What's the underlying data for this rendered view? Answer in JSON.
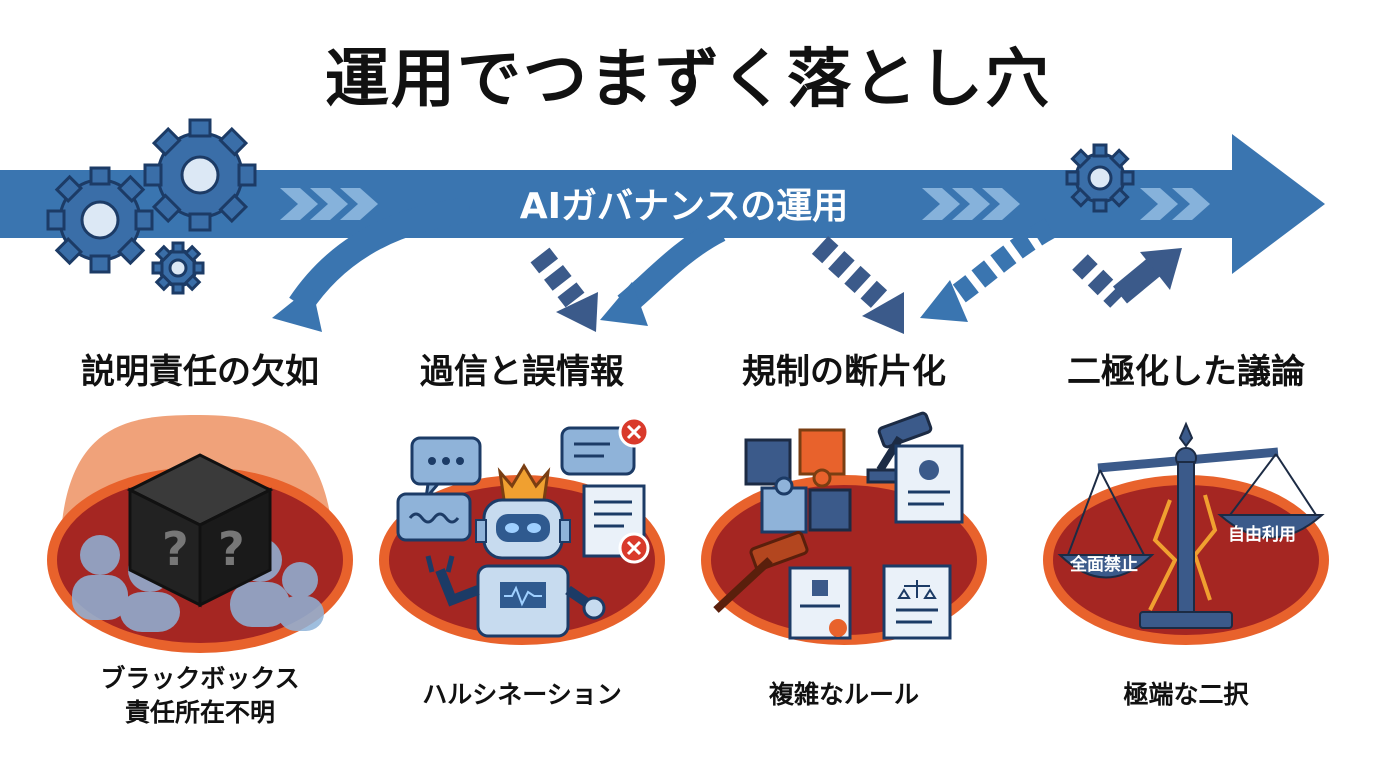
{
  "title": "運用でつまずく落とし穴",
  "band": {
    "label": "AIガバナンスの運用"
  },
  "pitfalls": [
    {
      "title": "説明責任の欠如",
      "caption_lines": [
        "ブラックボックス",
        "責任所在不明"
      ],
      "icon": "black-box-icon"
    },
    {
      "title": "過信と誤情報",
      "caption_lines": [
        "ハルシネーション"
      ],
      "icon": "robot-icon"
    },
    {
      "title": "規制の断片化",
      "caption_lines": [
        "複雑なルール"
      ],
      "icon": "puzzle-gavel-icon"
    },
    {
      "title": "二極化した議論",
      "caption_lines": [
        "極端な二択"
      ],
      "icon": "balance-scale-icon",
      "scale_labels": {
        "left": "全面禁止",
        "right": "自由利用"
      }
    }
  ],
  "colors": {
    "band": "#3a75b0",
    "pit_red": "#a52622",
    "pit_orange": "#e8622c",
    "dark_blue": "#3b5a8a"
  }
}
